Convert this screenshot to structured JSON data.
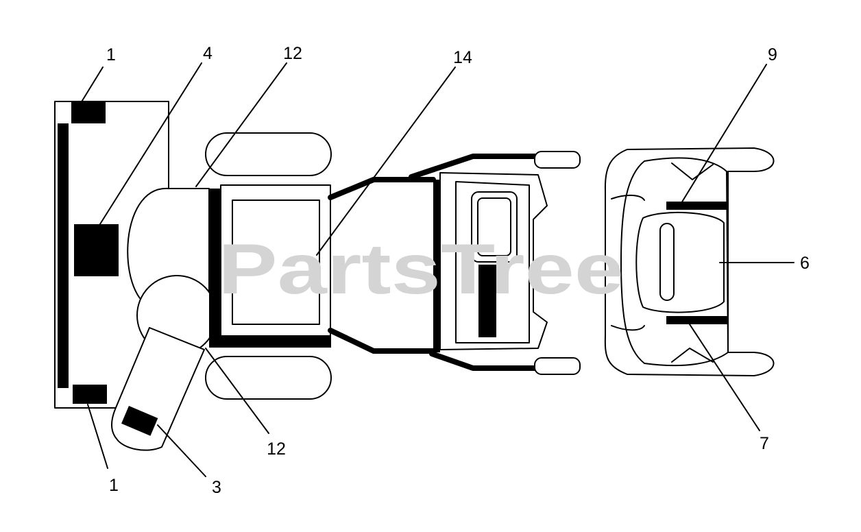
{
  "watermark": {
    "text": "PartsTree",
    "color": "#d4d4d4"
  },
  "callouts": [
    {
      "id": "c1-top",
      "label": "1"
    },
    {
      "id": "c4",
      "label": "4"
    },
    {
      "id": "c12-top",
      "label": "12"
    },
    {
      "id": "c14",
      "label": "14"
    },
    {
      "id": "c9",
      "label": "9"
    },
    {
      "id": "c6",
      "label": "6"
    },
    {
      "id": "c7",
      "label": "7"
    },
    {
      "id": "c12-bot",
      "label": "12"
    },
    {
      "id": "c1-bot",
      "label": "1"
    },
    {
      "id": "c3",
      "label": "3"
    }
  ],
  "colors": {
    "ink": "#000000",
    "paper": "#ffffff"
  }
}
